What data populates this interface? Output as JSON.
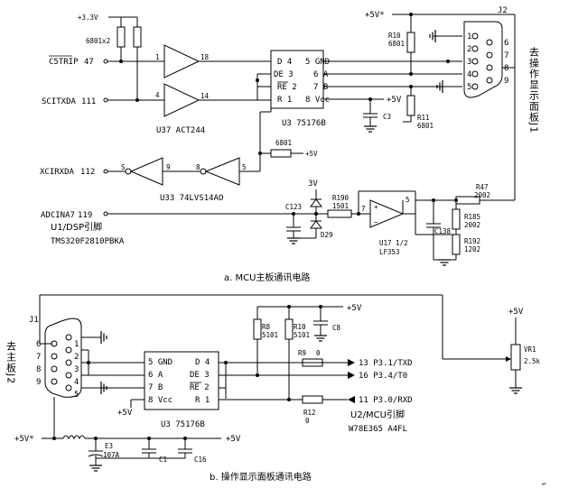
{
  "top": {
    "v33": "+3.3V",
    "res_pair": "6801x2",
    "sig_c5trip": "C5TRIP",
    "pin_c5trip": "47",
    "sig_scitxda": "SCITXDA",
    "pin_scitxda": "111",
    "sig_scirxda": "XCIRXDA",
    "pin_scirxda": "112",
    "buf_pin_in": "1",
    "buf_pin_out": "18",
    "buf_pin_in2": "4",
    "buf_pin_out2": "14",
    "u37": "U37 ACT244",
    "u33": "U33  74LVS14AO",
    "inv_pin_s": "S",
    "inv_pin_9": "9",
    "inv_pin_8": "8",
    "inv_pin_5": "5",
    "u3": {
      "left": [
        "D 4",
        "DE 3",
        "RE 2",
        "R 1"
      ],
      "right": [
        "5 GND",
        "6 A",
        "7 B",
        "8 Vcc"
      ],
      "name": "U3  75176B"
    },
    "r_pull": "6801",
    "r_pull_supply": "+5V",
    "r10": "R10",
    "r10v": "6801",
    "r11": "R11",
    "r11v": "6801",
    "c3": "C3",
    "vcc5": "+5V",
    "vcc5star": "+5V*",
    "j2": "J2",
    "j2_left": [
      "1",
      "2",
      "3",
      "4",
      "5"
    ],
    "j2_right": [
      "6",
      "7",
      "8",
      "9"
    ],
    "j2_title": "去操作显示面板J1",
    "adc_sig": "ADCINA7",
    "adc_pin": "119",
    "u1_label": "U1/DSP引脚",
    "u1_part": "TMS320F2810PBKA",
    "v3": "3V",
    "c123": "C123",
    "d29": "D29",
    "r190": "R190",
    "r190v": "1501",
    "opamp_pin7": "7",
    "opamp_pin5": "5",
    "u17": "U17 1/2",
    "u17b": "LF353",
    "r47": "R47",
    "r47v": "2002",
    "c138": "C138",
    "r185": "R185",
    "r185v": "2002",
    "r192": "R192",
    "r192v": "1202",
    "caption": "a.  MCU主板通讯电路"
  },
  "bottom": {
    "vcc5": "+5V",
    "j1": "J1",
    "j1_left": [
      "6",
      "7",
      "8",
      "9"
    ],
    "j1_right": [
      "1",
      "2",
      "3",
      "4",
      "5"
    ],
    "j1_title": "去主板J2",
    "u3": {
      "left": [
        "5 GND",
        "6 A",
        "7 B",
        "8 Vcc"
      ],
      "right": [
        "D 4",
        "DE 3",
        "RE 2",
        "R 1"
      ],
      "name": "U3  75176B"
    },
    "u3_supply": "+5V",
    "r8": "R8",
    "r8v": "5101",
    "r10": "R10",
    "r10v": "5101",
    "c8": "C8",
    "r9": "R9",
    "r9v": "0",
    "r12": "R12",
    "r12v": "0",
    "sig_txd": "13 P3.1/TXD",
    "sig_t0": "16 P3.4/T0",
    "sig_rxd": "11 P3.0/RXD",
    "u2_label": "U2/MCU引脚",
    "u2_part": "W78E365 A4FL",
    "vr_supply": "+5V",
    "vr1": "VR1",
    "vr1v": "2.5k",
    "vcc5star": "+5V*",
    "e3": "E3",
    "e3v": "107A",
    "c1": "C1",
    "c16": "C16",
    "vout": "+5V",
    "caption": "b.  操作显示面板通讯电路"
  }
}
